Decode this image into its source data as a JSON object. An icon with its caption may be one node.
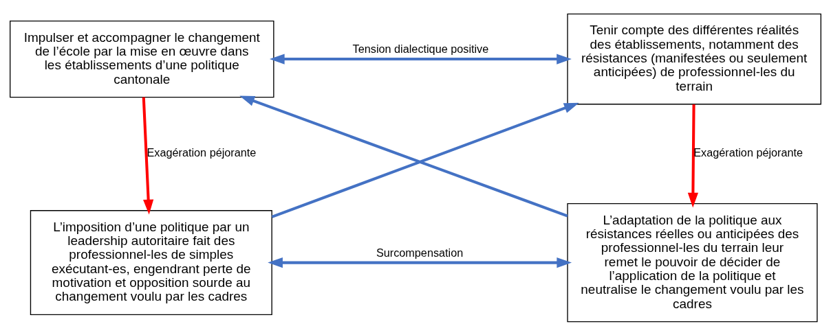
{
  "diagram": {
    "nodes": [
      {
        "text": [
          "Impulser et accompagner le changement de l’école par la mise en œuvre dans les établissements d’une politique cantonale"
        ]
      },
      {
        "text": [
          "Tenir compte des différentes réalités des établissements, notamment des résistances (manifestées ou seulement anticipées) de professionnel-les du terrain"
        ]
      },
      {
        "text": [
          "L’imposition d’une politique par un leadership autoritaire fait des professionnel-les de simples exécutant-es, engendrant perte de motivation et opposition sourde au changement voulu par les cadres"
        ]
      },
      {
        "text": [
          "L’adaptation de la politique aux résistances réelles ou anticipées des professionnel-les du terrain leur remet le pouvoir de décider de l’application de la politique et neutralise le changement voulu par les cadres"
        ]
      }
    ],
    "edges": [
      {
        "from": 0,
        "to": 1,
        "arrow": "both",
        "label": "Tension dialectique positive",
        "color": "#4472c4"
      },
      {
        "from": 0,
        "to": 2,
        "arrow": "to",
        "label": "Exagération péjorante",
        "color": "#ff0000"
      },
      {
        "from": 1,
        "to": 3,
        "arrow": "to",
        "label": "Exagération péjorante",
        "color": "#ff0000"
      },
      {
        "from": 2,
        "to": 3,
        "arrow": "both",
        "label": "Surcompensation",
        "color": "#4472c4"
      },
      {
        "from": 2,
        "to": 1,
        "arrow": "to",
        "color": "#4472c4"
      },
      {
        "from": 3,
        "to": 0,
        "arrow": "to",
        "color": "#4472c4"
      }
    ]
  }
}
